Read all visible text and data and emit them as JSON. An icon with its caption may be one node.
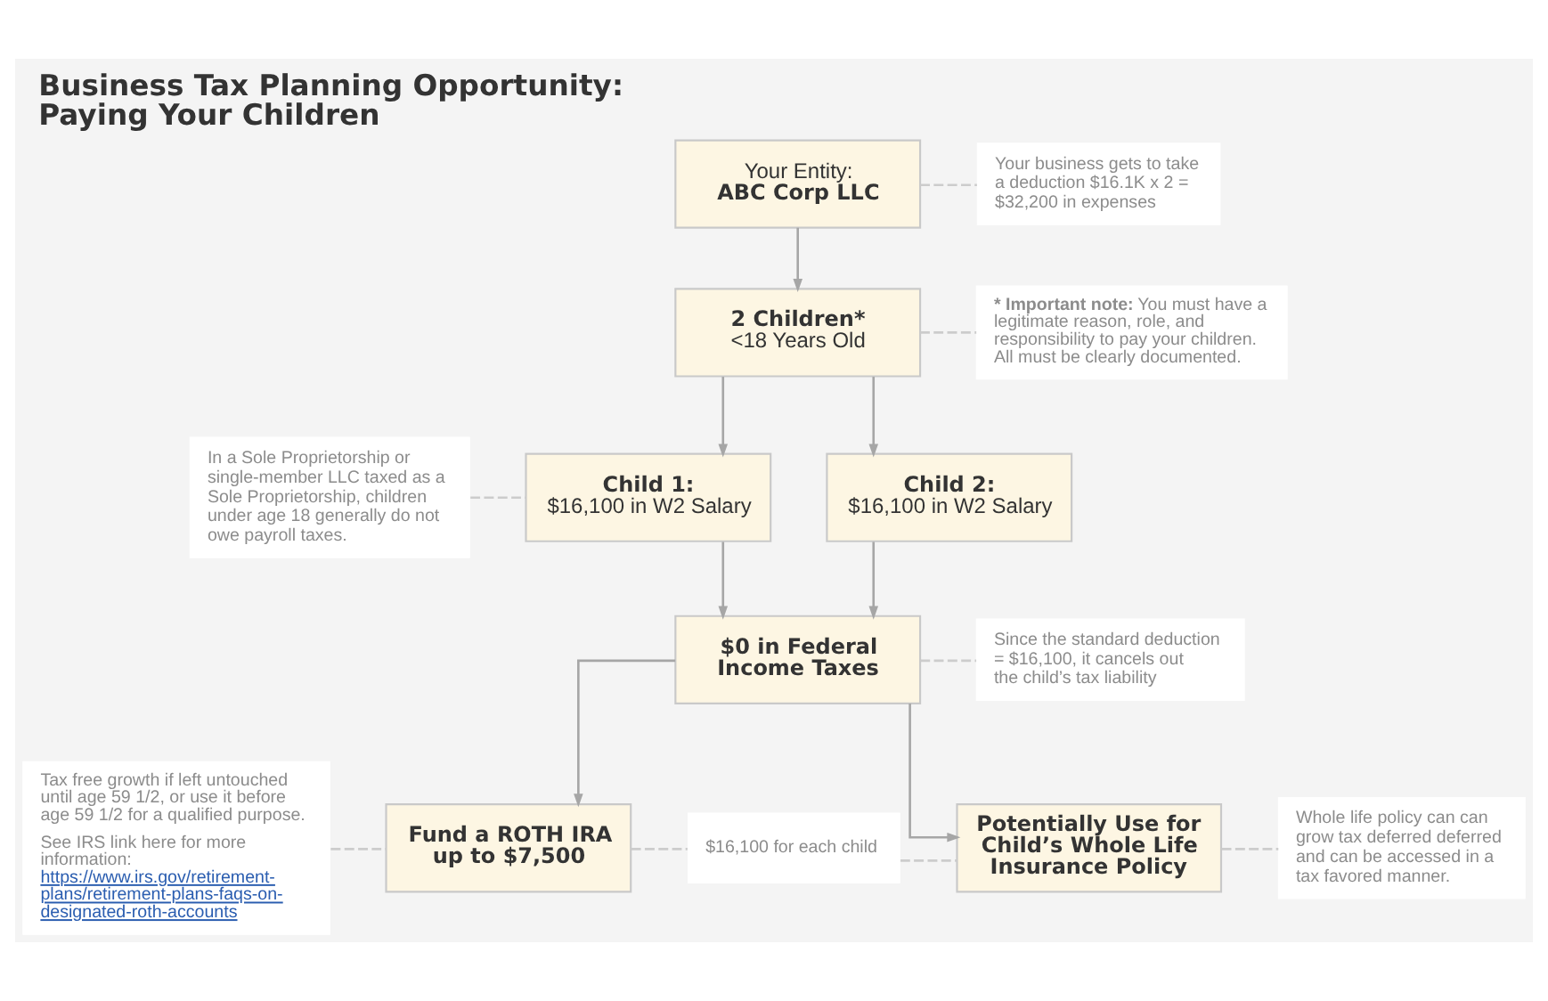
{
  "diagram": {
    "title": "Business Tax Planning Opportunity: Paying Your Children",
    "nodes": [
      {
        "text": [
          "Your Entity:",
          "ABC Corp LLC"
        ]
      },
      {
        "text": [
          "2 Children*",
          "<18 Years Old"
        ]
      },
      {
        "text": [
          "Child 1:",
          "$16,100 in W2 Salary"
        ]
      },
      {
        "text": [
          "Child 2:",
          "$16,100 in W2 Salary"
        ]
      },
      {
        "text": [
          "$0 in Federal Income Taxes"
        ]
      },
      {
        "text": [
          "Fund a ROTH IRA up to $7,500"
        ]
      },
      {
        "text": [
          "Potentially Use for Child’s Whole Life Insurance Policy"
        ]
      },
      {
        "text": [
          "Your business gets to take a deduction $16.1K x 2 = $32,200 in expenses"
        ]
      },
      {
        "text": [
          "*** Important note:** You must have a legitimate reason, role, and responsibility to pay your children. All must be clearly documented."
        ]
      },
      {
        "text": [
          "In a Sole Proprietorship or single-member LLC taxed as a Sole Proprietorship, children under age 18 generally do not owe payroll taxes."
        ]
      },
      {
        "text": [
          "Since the standard deduction = $16,100, it cancels out the child’s tax liability"
        ]
      },
      {
        "text": [
          "Tax free growth if left untouched until age 59 1/2, or use it before age 59 1/2 for a qualified purpose.",
          "See IRS link here for more information:",
          "https://www.irs.gov/retirement-plans/retirement-plans-faqs-on-designated-roth-accounts"
        ]
      },
      {
        "text": [
          "$16,100 for each child"
        ]
      },
      {
        "text": [
          "Whole life policy can can grow tax deferred deferred and can be accessed in a tax favored manner."
        ]
      }
    ],
    "edges": [
      {
        "from": 0,
        "to": 1,
        "arrow": "to"
      },
      {
        "from": 1,
        "to": 2,
        "arrow": "to"
      },
      {
        "from": 1,
        "to": 3,
        "arrow": "to"
      },
      {
        "from": 2,
        "to": 4,
        "arrow": "to"
      },
      {
        "from": 3,
        "to": 4,
        "arrow": "to"
      },
      {
        "from": 4,
        "to": 5,
        "arrow": "to"
      },
      {
        "from": 4,
        "to": 6,
        "arrow": "to"
      },
      {
        "from": 0,
        "to": 7,
        "arrow": "none",
        "style": "dashed",
        "color": "#cccccc"
      },
      {
        "from": 1,
        "to": 8,
        "arrow": "none",
        "style": "dashed",
        "color": "#cccccc"
      },
      {
        "from": 9,
        "to": 2,
        "arrow": "none",
        "style": "dashed",
        "color": "#cccccc"
      },
      {
        "from": 4,
        "to": 10,
        "arrow": "none",
        "style": "dashed",
        "color": "#cccccc"
      },
      {
        "from": 11,
        "to": 5,
        "arrow": "none",
        "style": "dashed",
        "color": "#cccccc"
      },
      {
        "from": 5,
        "to": 12,
        "arrow": "none",
        "style": "dashed",
        "color": "#cccccc"
      },
      {
        "from": 12,
        "to": 6,
        "arrow": "none",
        "style": "dashed",
        "color": "#cccccc"
      },
      {
        "from": 6,
        "to": 13,
        "arrow": "none",
        "style": "dashed",
        "color": "#cccccc"
      }
    ]
  }
}
